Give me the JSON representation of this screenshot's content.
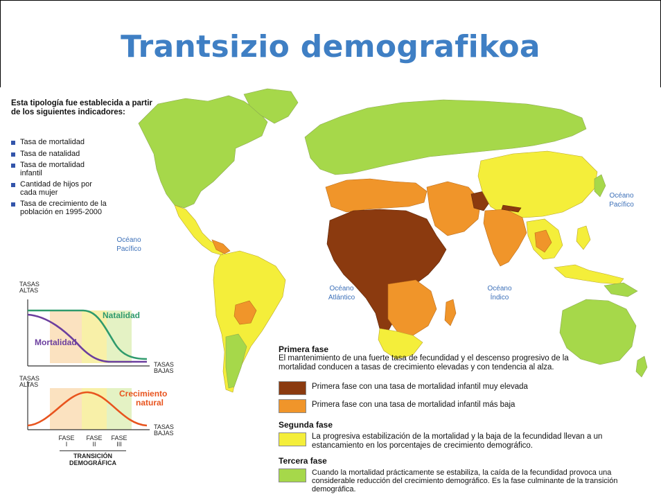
{
  "title": "Trantsizio demografikoa",
  "intro": "Esta tipología fue establecida a partir de los siguientes indicadores:",
  "indicators": [
    "Tasa de mortalidad",
    "Tasa de natalidad",
    "Tasa de mortalidad infantil",
    "Cantidad de hijos por cada mujer",
    "Tasa de crecimiento de la población en 1995-2000"
  ],
  "oceans": {
    "pacific_left": "Océano Pacífico",
    "atlantic": "Océano Atlántico",
    "indian": "Océano Índico",
    "pacific_right": "Océano Pacífico"
  },
  "diagram": {
    "top_axis_high": "TASAS ALTAS",
    "top_axis_low": "TASAS BAJAS",
    "natalidad": "Natalidad",
    "mortalidad": "Mortalidad",
    "bottom_axis_high": "TASAS ALTAS",
    "bottom_axis_low": "TASAS BAJAS",
    "crecimiento": "Crecimiento natural",
    "phase1": "FASE I",
    "phase2": "FASE II",
    "phase3": "FASE III",
    "caption": "TRANSICIÓN DEMOGRÁFICA"
  },
  "legend": {
    "primera_head": "Primera fase",
    "primera_text": "El mantenimiento de una fuerte tasa de fecundidad y el descenso progresivo de la mortalidad conducen a tasas de crecimiento elevadas y con tendencia al alza.",
    "primera_a": "Primera fase con una tasa de mortalidad infantil muy elevada",
    "primera_b": "Primera fase con una tasa de mortalidad infantil más baja",
    "segunda_head": "Segunda fase",
    "segunda_text": "La progresiva estabilización de la mortalidad y la baja de la fecundidad llevan a un estancamiento en los porcentajes de crecimiento demográfico.",
    "tercera_head": "Tercera fase",
    "tercera_text": "Cuando la mortalidad prácticamente se estabiliza, la caída de la fecundidad provoca una considerable reducción del crecimiento demográfico. Es la fase culminante de la transición demográfica."
  },
  "colors": {
    "title": "#3f7fc4",
    "phase1_dark": "#8b3a0f",
    "phase1_orange": "#f0952a",
    "phase2_yellow": "#f4ee3a",
    "phase3_green": "#a6d84a",
    "ocean_text": "#3b6fb8",
    "natalidad": "#2f9a6c",
    "mortalidad": "#6b3e9e",
    "crecimiento": "#e8541e"
  }
}
